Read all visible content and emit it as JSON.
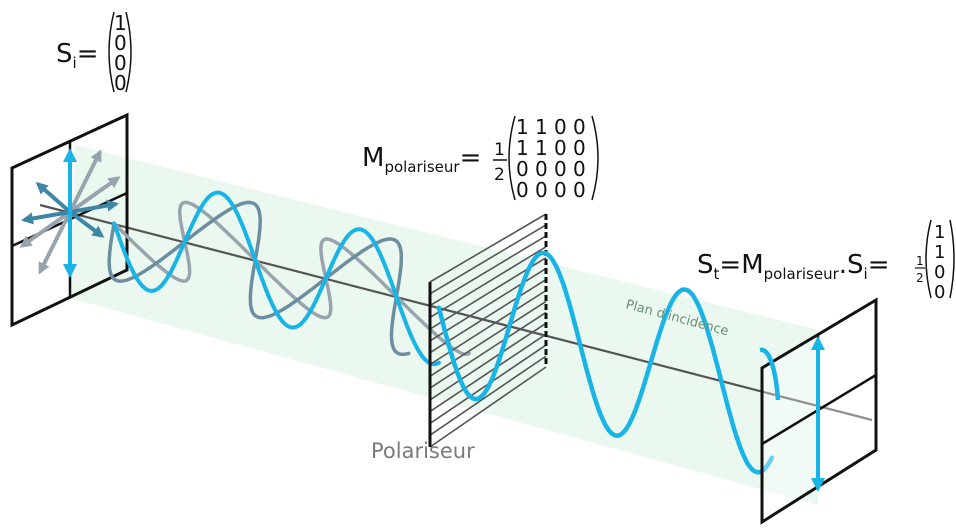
{
  "si": {
    "base": "S",
    "sub": "i",
    "eq": "=",
    "vector": [
      "1",
      "0",
      "0",
      "0"
    ]
  },
  "polarizer_matrix": {
    "base": "M",
    "sub": "polariseur",
    "eq": "=",
    "frac_num": "1",
    "frac_den": "2",
    "rows": [
      [
        "1",
        "1",
        "0",
        "0"
      ],
      [
        "1",
        "1",
        "0",
        "0"
      ],
      [
        "0",
        "0",
        "0",
        "0"
      ],
      [
        "0",
        "0",
        "0",
        "0"
      ]
    ]
  },
  "st": {
    "base": "S",
    "sub": "t",
    "eq": "=",
    "m_base": "M",
    "m_sub": "polariseur",
    "dot": ".",
    "s_base": "S",
    "s_sub": "i",
    "eq2": "=",
    "frac_num": "1",
    "frac_den": "2",
    "vector": [
      "1",
      "1",
      "0",
      "0"
    ]
  },
  "plane_label": "Plan d'incidence",
  "polarizer_label": "Polariseur",
  "colors": {
    "wave": "#19b4e6",
    "wave_faded": "#6d8ea0",
    "wave_grey": "#98a4ad",
    "arrow_steel": "#3d86a5",
    "plane_fill": "#e8f7ee",
    "axis": "#555555",
    "frame": "#111111",
    "label_grey": "#7a7a7a",
    "plane_label": "#6b8f75"
  }
}
